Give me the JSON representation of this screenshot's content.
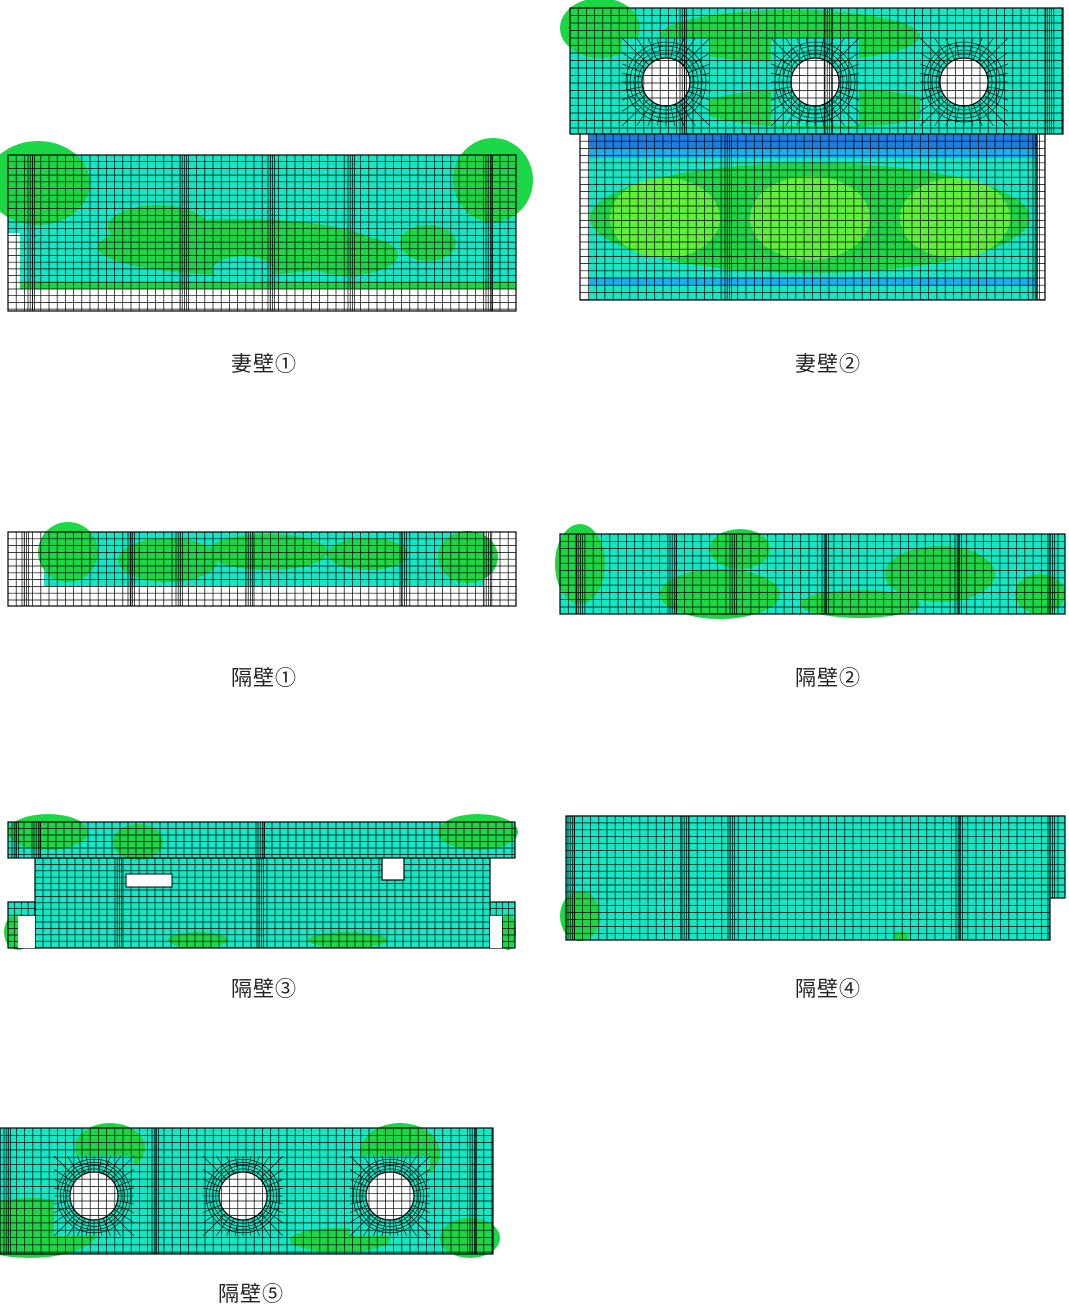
{
  "colors": {
    "cyan": "#13e8c6",
    "green": "#1bd646",
    "light_green": "#5ff03a",
    "blue": "#1d7ce0",
    "light_blue": "#18aef0",
    "white": "#ffffff",
    "grid_line": "#000000"
  },
  "panels": [
    {
      "id": "tsuma1",
      "label": "妻壁①"
    },
    {
      "id": "tsuma2",
      "label": "妻壁②"
    },
    {
      "id": "kaku1",
      "label": "隔壁①"
    },
    {
      "id": "kaku2",
      "label": "隔壁②"
    },
    {
      "id": "kaku3",
      "label": "隔壁③"
    },
    {
      "id": "kaku4",
      "label": "隔壁④"
    },
    {
      "id": "kaku5",
      "label": "隔壁⑤"
    }
  ]
}
